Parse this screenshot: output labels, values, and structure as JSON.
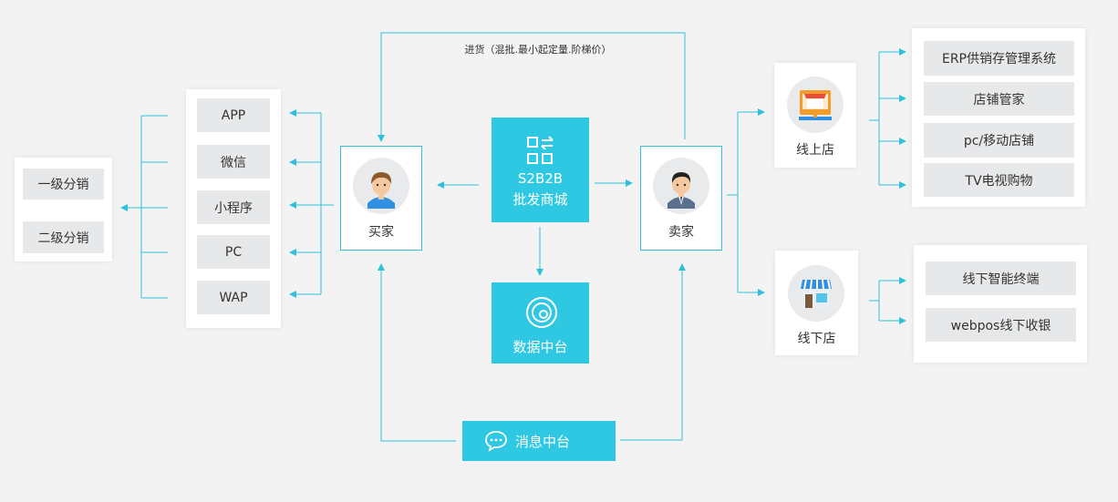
{
  "top_label": "进货（混批.最小起定量.阶梯价）",
  "distribution": {
    "level1": "一级分销",
    "level2": "二级分销"
  },
  "channels": [
    "APP",
    "微信",
    "小程序",
    "PC",
    "WAP"
  ],
  "buyer": "买家",
  "seller": "卖家",
  "center": {
    "line1": "S2B2B",
    "line2": "批发商城"
  },
  "data_platform": "数据中台",
  "message_platform": "消息中台",
  "online_store": "线上店",
  "offline_store": "线下店",
  "online_items": [
    "ERP供销存管理系统",
    "店铺管家",
    "pc/移动店铺",
    "TV电视购物"
  ],
  "offline_items": [
    "线下智能终端",
    "webpos线下收银"
  ],
  "colors": {
    "accent": "#2fc8e2",
    "line": "#2fc1dc",
    "box": "#e6e8ea"
  }
}
